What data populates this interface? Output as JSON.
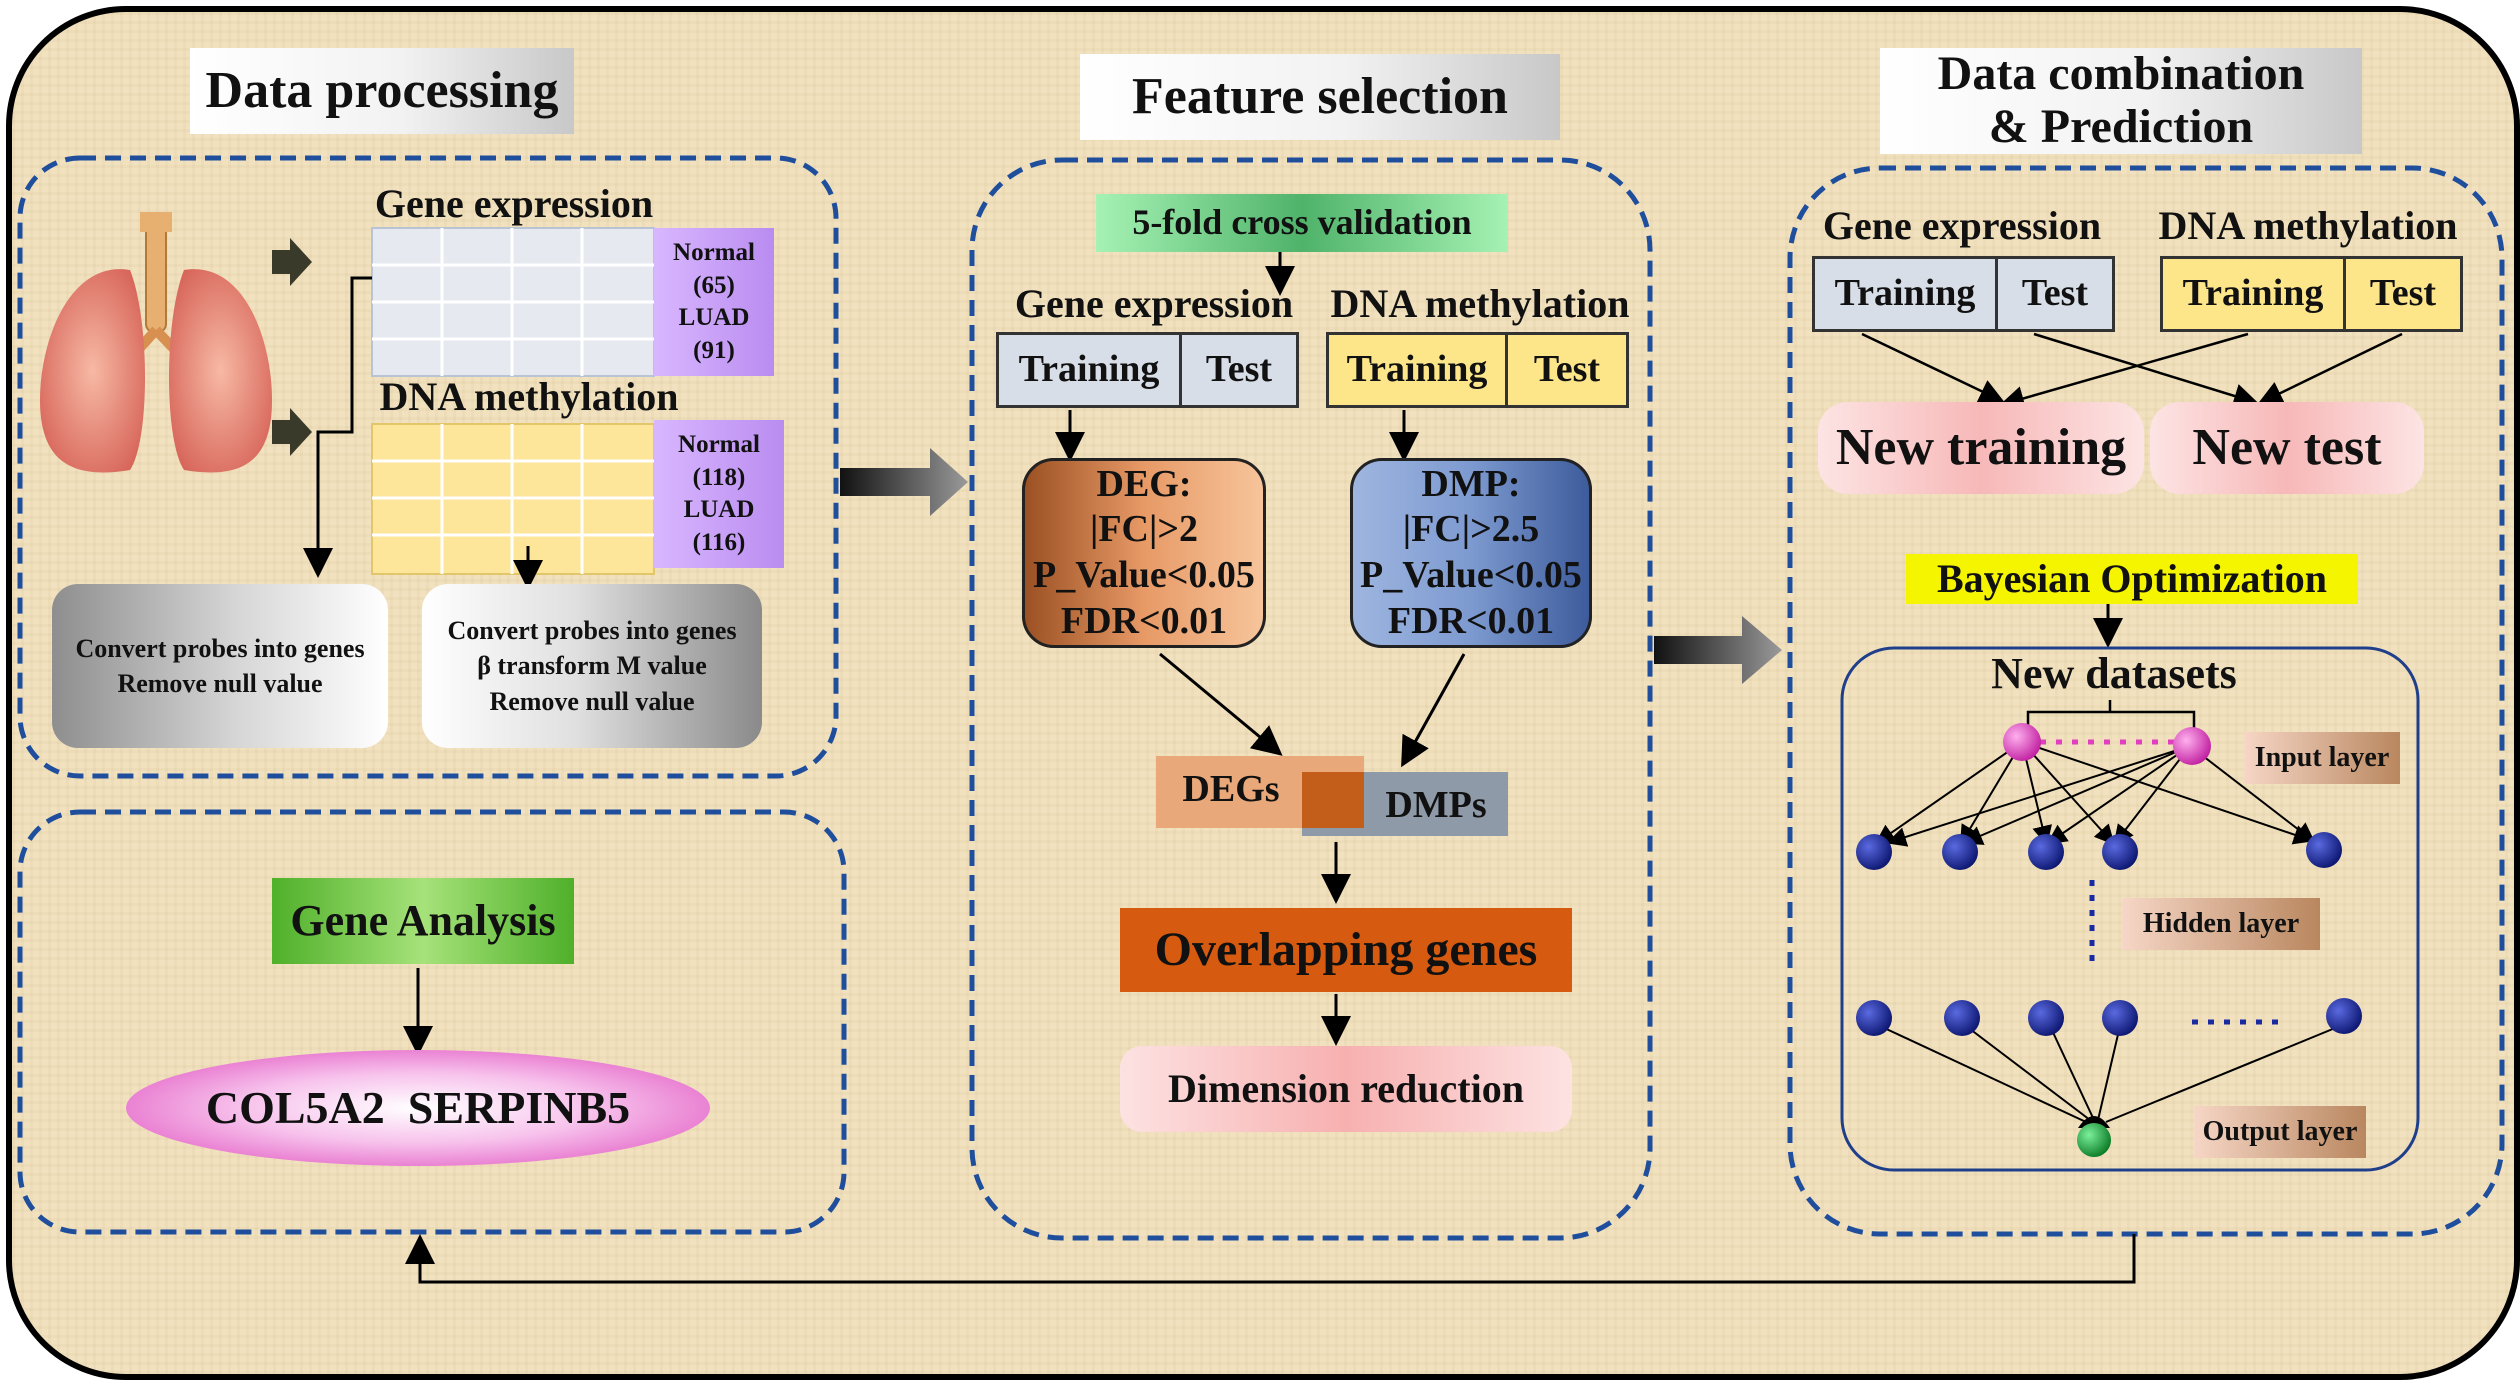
{
  "sections": {
    "data_processing": "Data processing",
    "feature_selection": "Feature selection",
    "prediction_line1": "Data combination",
    "prediction_line2": "& Prediction"
  },
  "processing": {
    "gene_expression": "Gene expression",
    "dna_methylation": "DNA methylation",
    "ge_counts": [
      "Normal",
      "(65)",
      "LUAD",
      "(91)"
    ],
    "dm_counts": [
      "Normal",
      "(118)",
      "LUAD",
      "(116)"
    ],
    "ge_step": [
      "Convert probes into genes",
      "Remove  null  value"
    ],
    "dm_step": [
      "Convert probes into genes",
      "β transform M  value",
      "Remove  null  value"
    ]
  },
  "analysis": {
    "title": "Gene Analysis",
    "genes": "COL5A2  SERPINB5"
  },
  "feature": {
    "cv": "5-fold cross validation",
    "gene_expression": "Gene expression",
    "dna_methylation": "DNA methylation",
    "training": "Training",
    "test": "Test",
    "deg": [
      "DEG:",
      "|FC|>2",
      "P_Value<0.05",
      "FDR<0.01"
    ],
    "dmp": [
      "DMP:",
      "|FC|>2.5",
      "P_Value<0.05",
      "FDR<0.01"
    ],
    "degs": "DEGs",
    "dmps": "DMPs",
    "overlap": "Overlapping genes",
    "dimred": "Dimension reduction"
  },
  "prediction": {
    "gene_expression": "Gene expression",
    "dna_methylation": "DNA methylation",
    "training": "Training",
    "test": "Test",
    "new_training": "New training",
    "new_test": "New test",
    "bayes": "Bayesian Optimization",
    "new_datasets": "New datasets",
    "input_layer": "Input layer",
    "hidden_layer": "Hidden layer",
    "output_layer": "Output layer"
  },
  "colors": {
    "background": "#f1e1bf",
    "dashed_border": "#1f4e9c",
    "grey_cell": "#d8dee7",
    "yellow_cell": "#fde68a",
    "count_box": "#c9a3ff",
    "deg_box": "#e79a66",
    "dmp_box": "#7d9ad0",
    "overlap_box": "#d65a0f",
    "gene_analysis_box": "#7fd04a",
    "genes_ellipse": "#f5a6e6",
    "bayes_highlight": "#f5f500",
    "node_pink": "#e040c0",
    "node_blue": "#1a2aa0",
    "node_green": "#1aa03a"
  }
}
